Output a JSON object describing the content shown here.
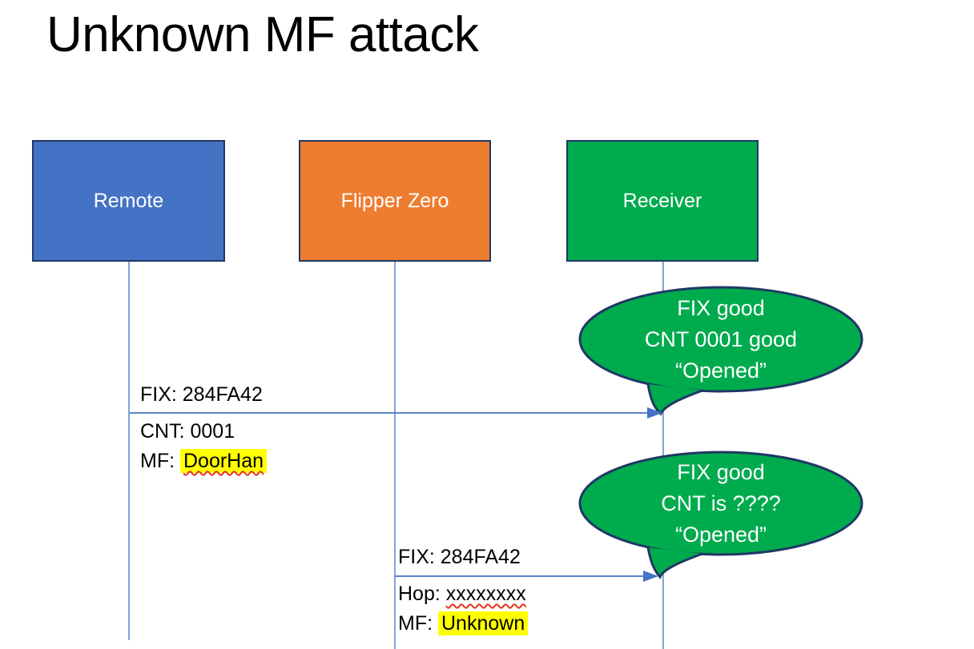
{
  "title": "Unknown MF attack",
  "colors": {
    "blue": "#4472C4",
    "orange": "#ED7D31",
    "green": "#00AB4E",
    "border": "#1F3864",
    "line": "#4472C4",
    "highlight": "#FFFF00",
    "squiggle": "#E5341F"
  },
  "actors": [
    {
      "label": "Remote"
    },
    {
      "label": "Flipper Zero"
    },
    {
      "label": "Receiver"
    }
  ],
  "messages": [
    {
      "above": "FIX: 284FA42",
      "rows": [
        {
          "prefix": "CNT: ",
          "value": "0001"
        },
        {
          "prefix": "MF: ",
          "value": "DoorHan"
        }
      ]
    },
    {
      "above": "FIX: 284FA42",
      "rows": [
        {
          "prefix": "Hop: ",
          "value": "xxxxxxxx"
        },
        {
          "prefix": "MF: ",
          "value": "Unknown"
        }
      ]
    }
  ],
  "callouts": [
    {
      "lines": [
        "FIX good",
        "CNT 0001 good",
        "“Opened”"
      ]
    },
    {
      "lines": [
        "FIX good",
        "CNT is ????",
        "“Opened”"
      ]
    }
  ]
}
